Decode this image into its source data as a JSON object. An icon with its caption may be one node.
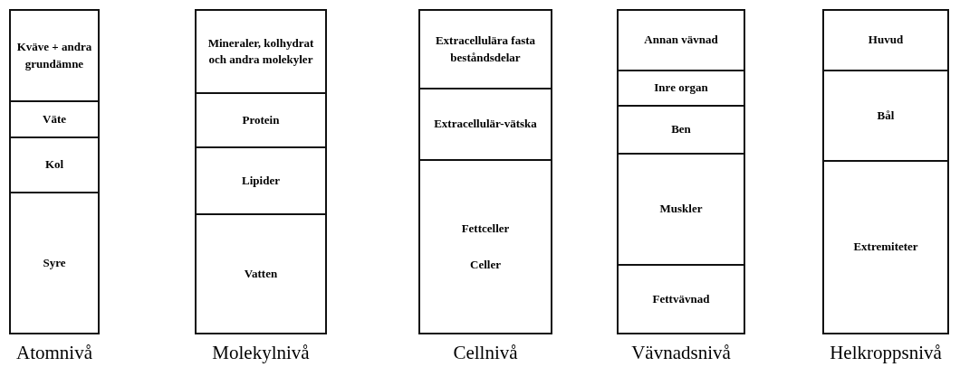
{
  "diagram": {
    "nodes": [
      {
        "text": [
          "Atomnivå"
        ]
      },
      {
        "text": [
          "Kväve + andra grundämne"
        ],
        "in": 0
      },
      {
        "text": [
          "Väte"
        ],
        "in": 0
      },
      {
        "text": [
          "Kol"
        ],
        "in": 0
      },
      {
        "text": [
          "Syre"
        ],
        "in": 0
      },
      {
        "text": [
          "Molekylnivå"
        ]
      },
      {
        "text": [
          "Mineraler, kolhydrat och andra molekyler"
        ],
        "in": 5
      },
      {
        "text": [
          "Protein"
        ],
        "in": 5
      },
      {
        "text": [
          "Lipider"
        ],
        "in": 5
      },
      {
        "text": [
          "Vatten"
        ],
        "in": 5
      },
      {
        "text": [
          "Cellnivå"
        ]
      },
      {
        "text": [
          "Extracellulära fasta beståndsdelar"
        ],
        "in": 10
      },
      {
        "text": [
          "Extracellulär-vätska"
        ],
        "in": 10
      },
      {
        "text": [
          "Fettceller",
          "Celler"
        ],
        "in": 10
      },
      {
        "text": [
          "Vävnadsnivå"
        ]
      },
      {
        "text": [
          "Annan vävnad"
        ],
        "in": 14
      },
      {
        "text": [
          "Inre organ"
        ],
        "in": 14
      },
      {
        "text": [
          "Ben"
        ],
        "in": 14
      },
      {
        "text": [
          "Muskler"
        ],
        "in": 14
      },
      {
        "text": [
          "Fettvävnad"
        ],
        "in": 14
      },
      {
        "text": [
          "Helkroppsnivå"
        ]
      },
      {
        "text": [
          "Huvud"
        ],
        "in": 20
      },
      {
        "text": [
          "Bål"
        ],
        "in": 20
      },
      {
        "text": [
          "Extremiteter"
        ],
        "in": 20
      }
    ]
  }
}
